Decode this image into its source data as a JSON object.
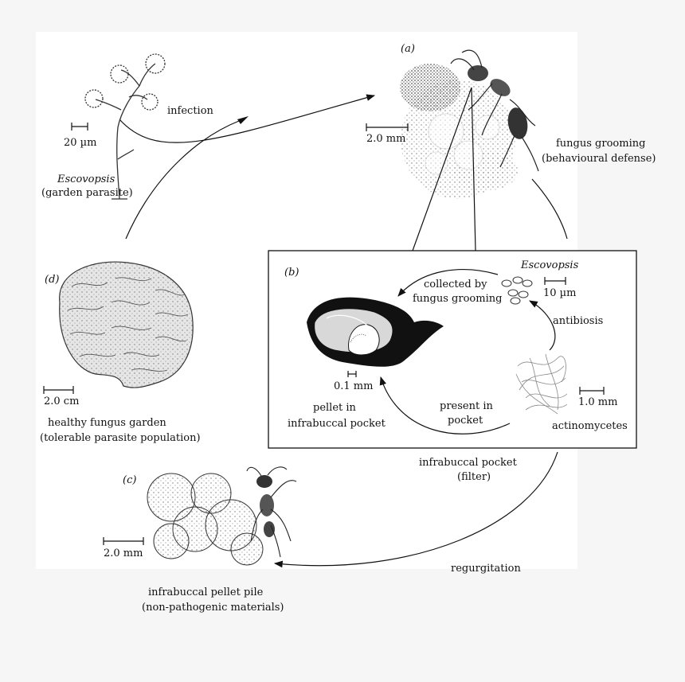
{
  "panels": {
    "a": "(a)",
    "b": "(b)",
    "c": "(c)",
    "d": "(d)"
  },
  "labels": {
    "infection": "infection",
    "escovopsis_top_name": "Escovopsis",
    "escovopsis_top_desc": "(garden parasite)",
    "fungus_grooming_1": "fungus grooming",
    "fungus_grooming_2": "(behavioural defense)",
    "collected_1": "collected by",
    "collected_2": "fungus grooming",
    "escovopsis_inner": "Escovopsis",
    "antibiosis": "antibiosis",
    "present_1": "present in",
    "present_2": "pocket",
    "actinomycetes": "actinomycetes",
    "pellet_1": "pellet in",
    "pellet_2": "infrabuccal pocket",
    "healthy_1": "healthy fungus garden",
    "healthy_2": "(tolerable parasite population)",
    "ibp_1": "infrabuccal pocket",
    "ibp_2": "(filter)",
    "regurgitation": "regurgitation",
    "pile_1": "infrabuccal pellet pile",
    "pile_2": "(non-pathogenic materials)"
  },
  "scales": {
    "spore": "20 µm",
    "ant_a": "2.0 mm",
    "escovopsis_inner": "10 µm",
    "actino": "1.0 mm",
    "pellet": "0.1 mm",
    "garden": "2.0 cm",
    "pile": "2.0 mm"
  },
  "colors": {
    "ink": "#111111",
    "panel_bg": "#ffffff",
    "page_bg": "#f6f6f6",
    "stipple": "#7a7a7a"
  }
}
